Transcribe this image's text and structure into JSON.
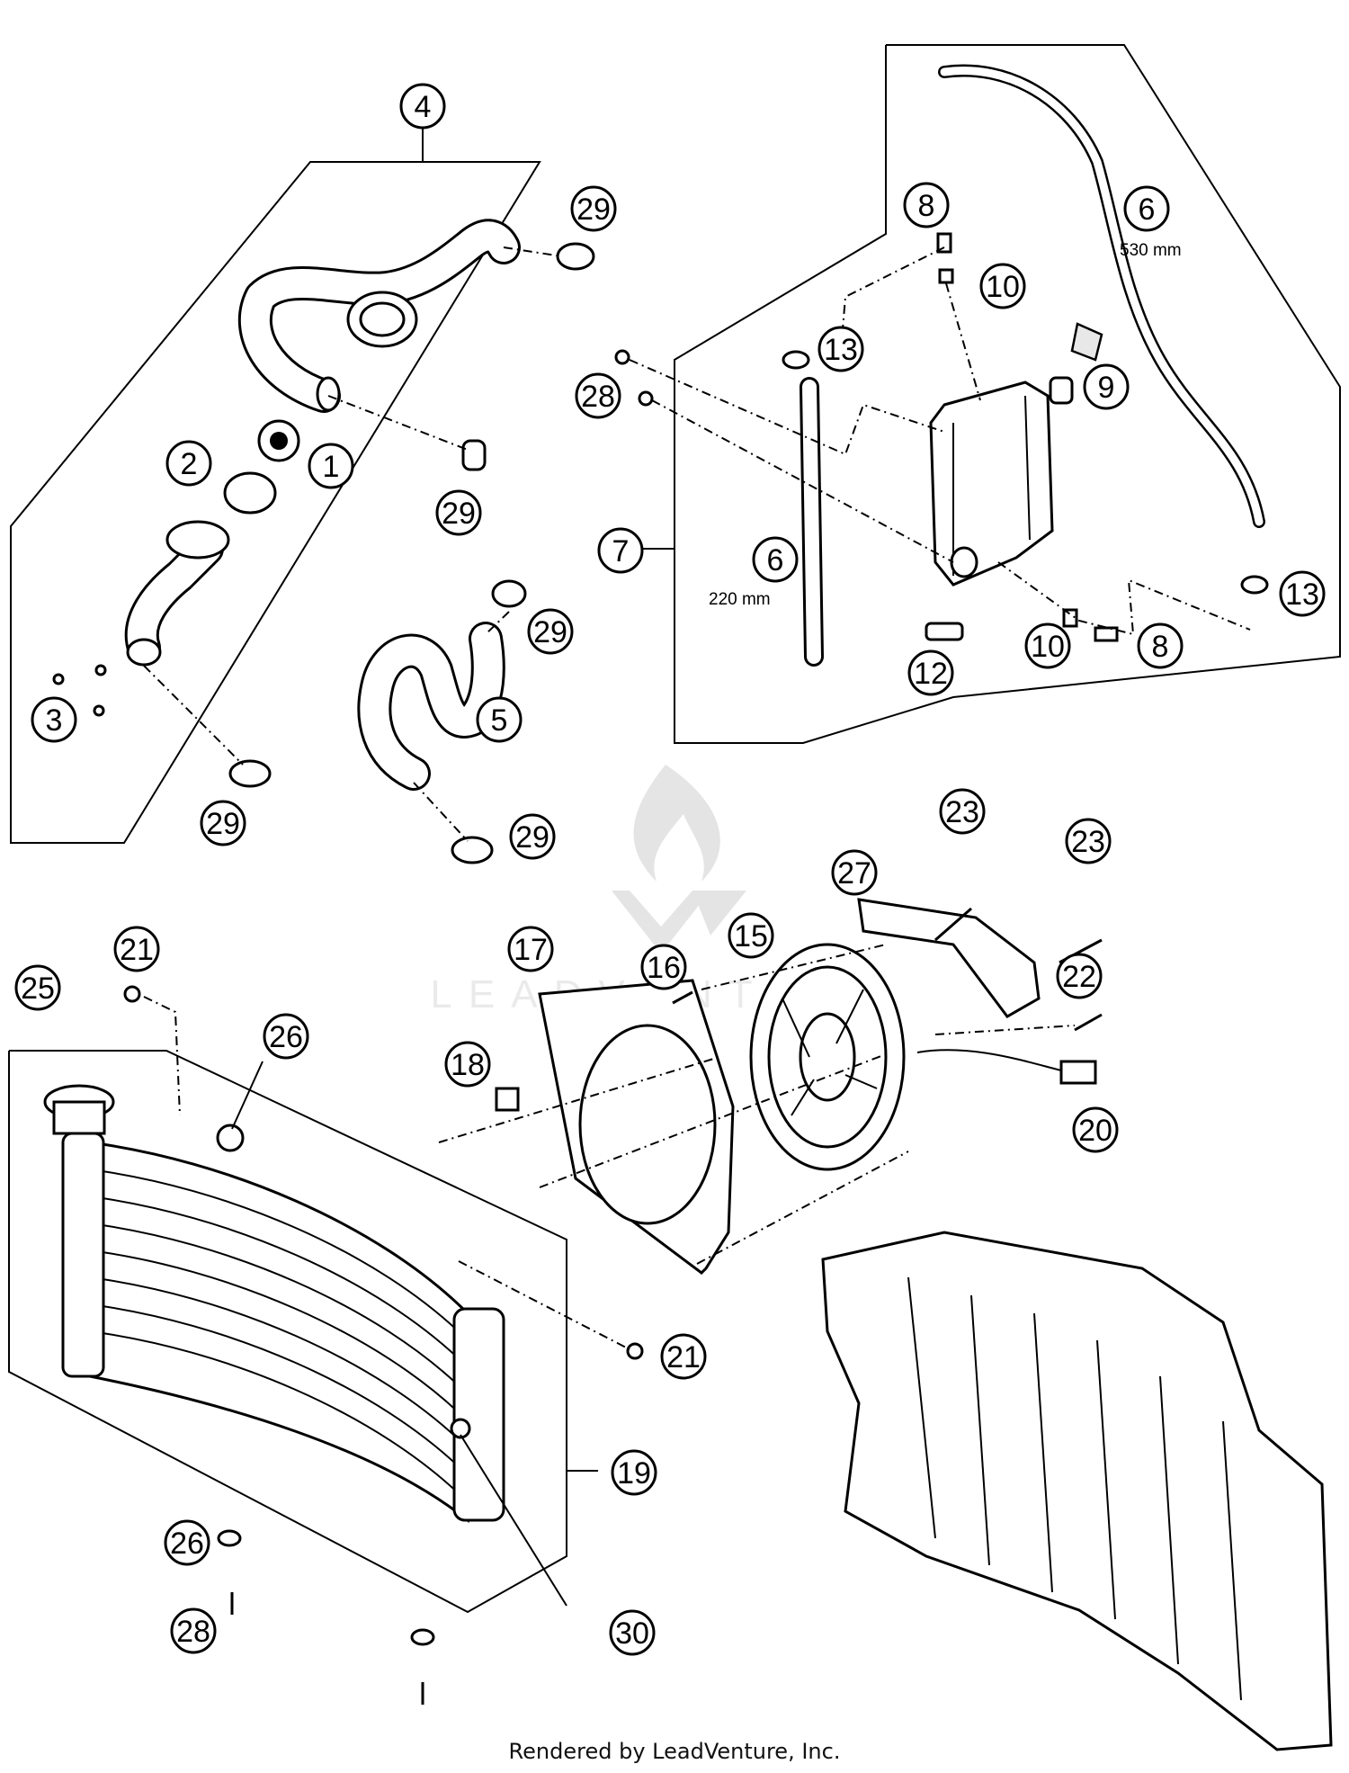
{
  "callouts": [
    {
      "id": "c4",
      "label": "4"
    },
    {
      "id": "c29a",
      "label": "29"
    },
    {
      "id": "c2",
      "label": "2"
    },
    {
      "id": "c1",
      "label": "1"
    },
    {
      "id": "c29b",
      "label": "29"
    },
    {
      "id": "c3",
      "label": "3"
    },
    {
      "id": "c29c",
      "label": "29"
    },
    {
      "id": "c29d",
      "label": "29"
    },
    {
      "id": "c5",
      "label": "5"
    },
    {
      "id": "c29e",
      "label": "29"
    },
    {
      "id": "c8a",
      "label": "8"
    },
    {
      "id": "c6a",
      "label": "6"
    },
    {
      "id": "c10a",
      "label": "10"
    },
    {
      "id": "c28a",
      "label": "28"
    },
    {
      "id": "c13a",
      "label": "13"
    },
    {
      "id": "c9",
      "label": "9"
    },
    {
      "id": "c7",
      "label": "7"
    },
    {
      "id": "c6b",
      "label": "6"
    },
    {
      "id": "c13b",
      "label": "13"
    },
    {
      "id": "c12",
      "label": "12"
    },
    {
      "id": "c10b",
      "label": "10"
    },
    {
      "id": "c8b",
      "label": "8"
    },
    {
      "id": "c23a",
      "label": "23"
    },
    {
      "id": "c23b",
      "label": "23"
    },
    {
      "id": "c27",
      "label": "27"
    },
    {
      "id": "c15",
      "label": "15"
    },
    {
      "id": "c17",
      "label": "17"
    },
    {
      "id": "c16",
      "label": "16"
    },
    {
      "id": "c22",
      "label": "22"
    },
    {
      "id": "c21a",
      "label": "21"
    },
    {
      "id": "c25",
      "label": "25"
    },
    {
      "id": "c26a",
      "label": "26"
    },
    {
      "id": "c18",
      "label": "18"
    },
    {
      "id": "c20",
      "label": "20"
    },
    {
      "id": "c21b",
      "label": "21"
    },
    {
      "id": "c19",
      "label": "19"
    },
    {
      "id": "c26b",
      "label": "26"
    },
    {
      "id": "c28b",
      "label": "28"
    },
    {
      "id": "c30",
      "label": "30"
    }
  ],
  "dimensions": {
    "hose_6_long": "530 mm",
    "hose_6_short": "220 mm"
  },
  "watermark": {
    "text": "LEADVENTURE"
  },
  "footer": {
    "text": "Rendered by LeadVenture, Inc."
  }
}
